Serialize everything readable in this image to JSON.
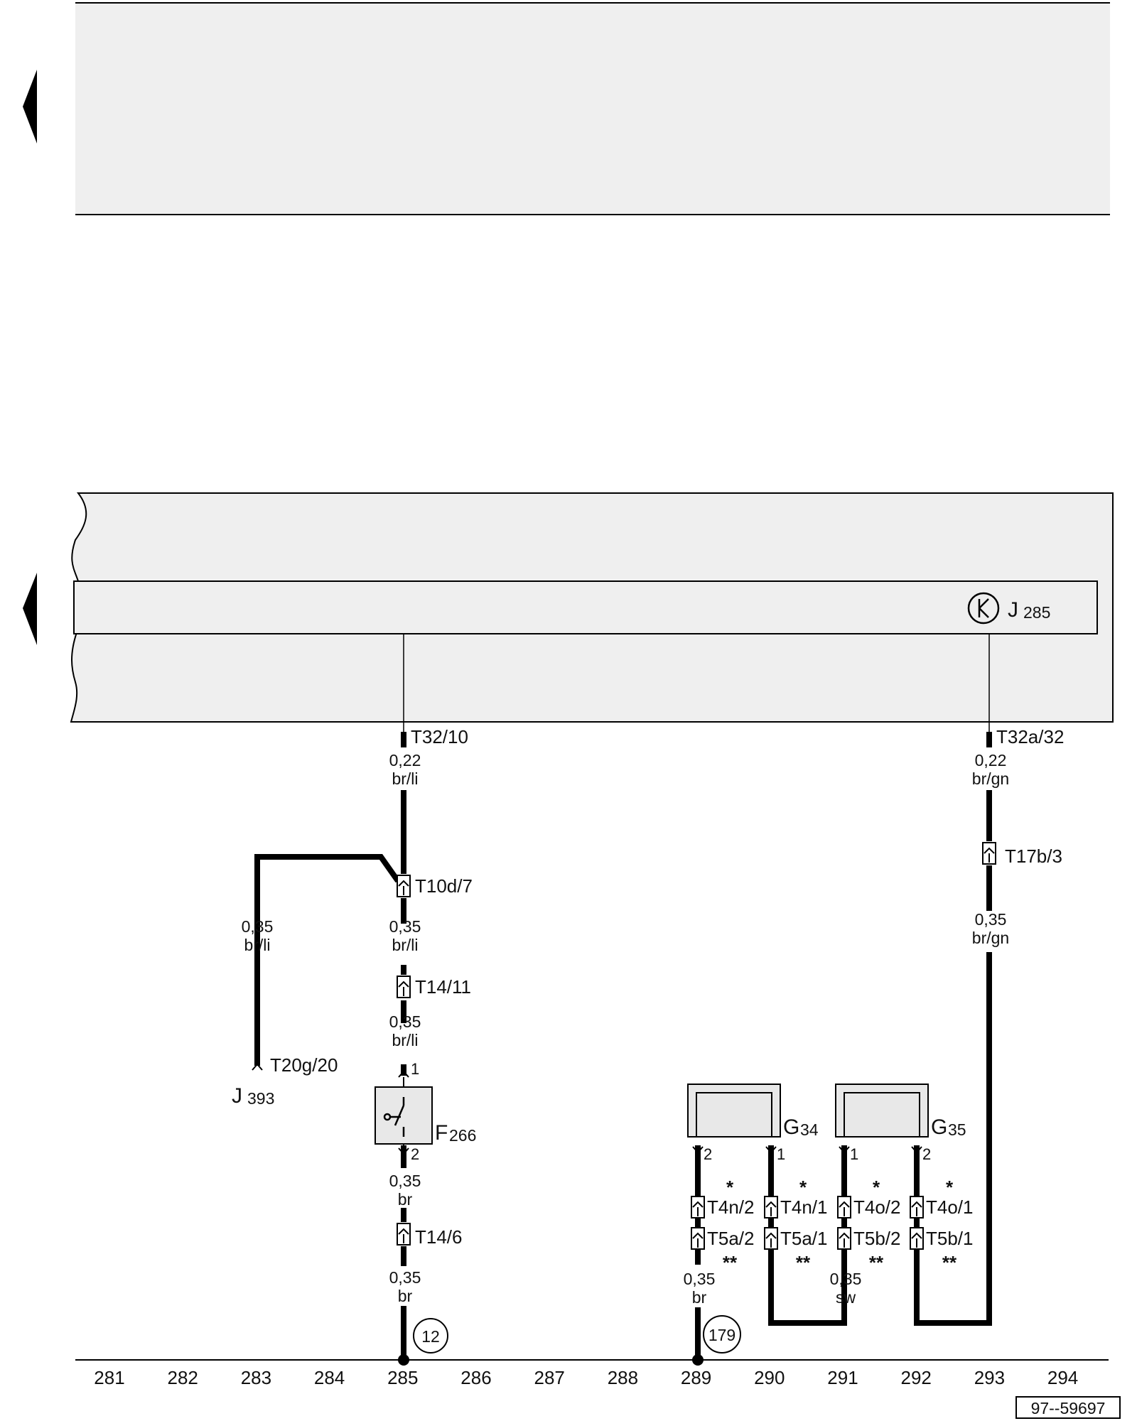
{
  "diagram": {
    "background_box_color": "#efefef",
    "line_color": "#000000",
    "control_unit": {
      "name": "J",
      "sub": "285",
      "icon": "transistor-icon"
    },
    "connectors": {
      "t32_10": "T32/10",
      "t32a_32": "T32a/32",
      "t17b_3": "T17b/3",
      "t10d_7": "T10d/7",
      "t14_11": "T14/11",
      "t20g_20": "T20g/20",
      "t14_6": "T14/6",
      "t4n_2": "T4n/2",
      "t4n_1": "T4n/1",
      "t4o_2": "T4o/2",
      "t4o_1": "T4o/1",
      "t5a_2": "T5a/2",
      "t5a_1": "T5a/1",
      "t5b_2": "T5b/2",
      "t5b_1": "T5b/1"
    },
    "wires": {
      "w1": {
        "size": "0,22",
        "color": "br/li"
      },
      "w2": {
        "size": "0,22",
        "color": "br/gn"
      },
      "w3": {
        "size": "0,35",
        "color": "br/li"
      },
      "w4": {
        "size": "0,35",
        "color": "br/li"
      },
      "w5": {
        "size": "0,35",
        "color": "br/li"
      },
      "w6": {
        "size": "0,35",
        "color": "br/gn"
      },
      "w7": {
        "size": "0,35",
        "color": "br"
      },
      "w8": {
        "size": "0,35",
        "color": "br"
      },
      "w9": {
        "size": "0,35",
        "color": "br"
      },
      "w10": {
        "size": "0,35",
        "color": "sw"
      }
    },
    "components": {
      "j393": {
        "name": "J",
        "sub": "393"
      },
      "f266": {
        "name": "F",
        "sub": "266",
        "pin1": "1",
        "pin2": "2"
      },
      "g34": {
        "name": "G",
        "sub": "34",
        "pin_left": "2",
        "pin_right": "1"
      },
      "g35": {
        "name": "G",
        "sub": "35",
        "pin_left": "1",
        "pin_right": "2"
      }
    },
    "markers": {
      "single": "*",
      "double": "**"
    },
    "ground_points": [
      "12",
      "179"
    ],
    "columns": [
      "281",
      "282",
      "283",
      "284",
      "285",
      "286",
      "287",
      "288",
      "289",
      "290",
      "291",
      "292",
      "293",
      "294"
    ],
    "reference": "97--59697"
  }
}
